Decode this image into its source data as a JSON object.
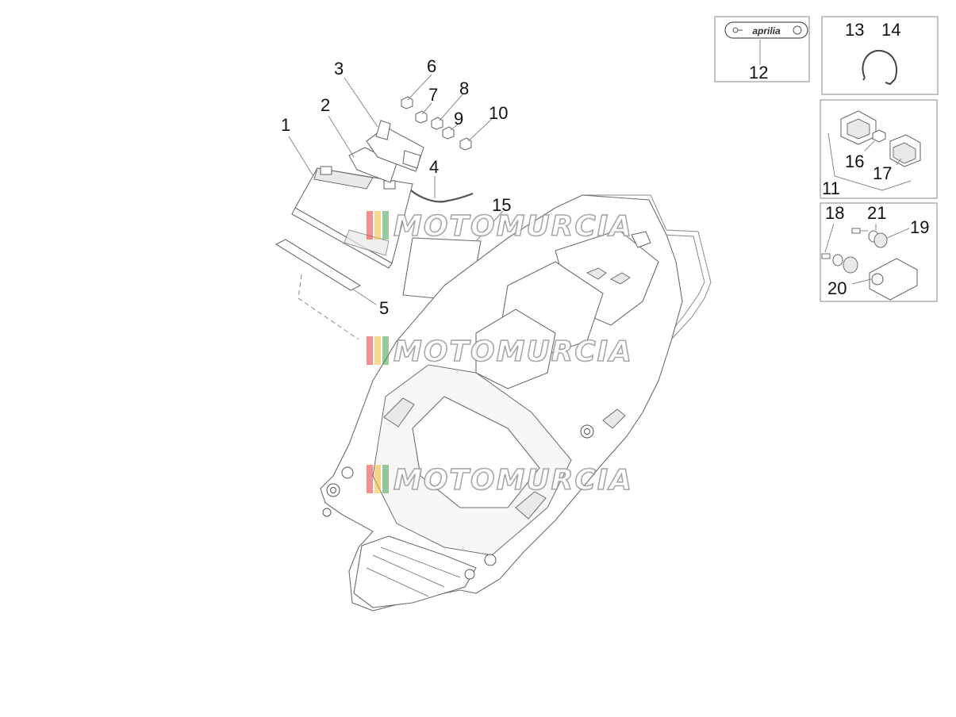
{
  "diagram": {
    "callouts": [
      "1",
      "2",
      "3",
      "4",
      "5",
      "6",
      "7",
      "8",
      "9",
      "10",
      "11",
      "12",
      "13",
      "14",
      "15",
      "16",
      "17",
      "18",
      "19",
      "20",
      "21"
    ],
    "brand_tag_text": "aprilia",
    "watermark_text": "MOTOMURCIA",
    "watermark_colors": [
      "#e53935",
      "#f2b632",
      "#43a047"
    ]
  }
}
